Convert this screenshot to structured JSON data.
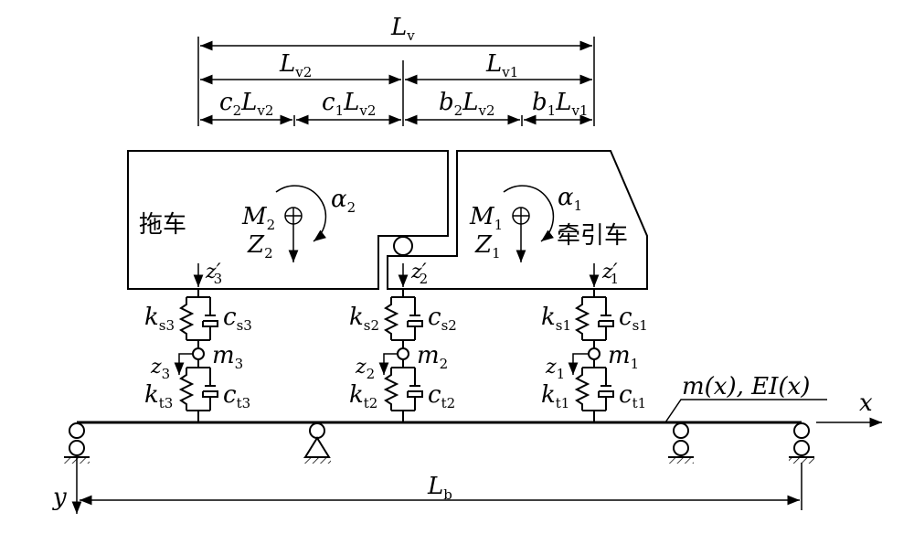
{
  "dimensions": {
    "Lv": {
      "main": "L",
      "sub": "v"
    },
    "Lv2": {
      "main": "L",
      "sub": "v2"
    },
    "Lv1": {
      "main": "L",
      "sub": "v1"
    },
    "c2Lv2": {
      "a": "c",
      "as": "2",
      "b": "L",
      "bs": "v2"
    },
    "c1Lv2": {
      "a": "c",
      "as": "1",
      "b": "L",
      "bs": "v2"
    },
    "b2Lv2": {
      "a": "b",
      "as": "2",
      "b": "L",
      "bs": "v2"
    },
    "b1Lv1": {
      "a": "b",
      "as": "1",
      "b": "L",
      "bs": "v1"
    },
    "Lb": {
      "main": "L",
      "sub": "b"
    }
  },
  "trailer": {
    "name": "拖车",
    "M": {
      "main": "M",
      "sub": "2"
    },
    "Z": {
      "main": "Z",
      "sub": "2"
    },
    "alpha": {
      "main": "α",
      "sub": "2"
    }
  },
  "tractor": {
    "name": "牵引车",
    "M": {
      "main": "M",
      "sub": "1"
    },
    "Z": {
      "main": "Z",
      "sub": "1"
    },
    "alpha": {
      "main": "α",
      "sub": "1"
    }
  },
  "axles": [
    {
      "z_prime": {
        "main": "z",
        "sub": "3",
        "prime": "′"
      },
      "ks": {
        "main": "k",
        "sub": "s3"
      },
      "cs": {
        "main": "c",
        "sub": "s3"
      },
      "m": {
        "main": "m",
        "sub": "3"
      },
      "z": {
        "main": "z",
        "sub": "3"
      },
      "kt": {
        "main": "k",
        "sub": "t3"
      },
      "ct": {
        "main": "c",
        "sub": "t3"
      }
    },
    {
      "z_prime": {
        "main": "z",
        "sub": "2",
        "prime": "′"
      },
      "ks": {
        "main": "k",
        "sub": "s2"
      },
      "cs": {
        "main": "c",
        "sub": "s2"
      },
      "m": {
        "main": "m",
        "sub": "2"
      },
      "z": {
        "main": "z",
        "sub": "2"
      },
      "kt": {
        "main": "k",
        "sub": "t2"
      },
      "ct": {
        "main": "c",
        "sub": "t2"
      }
    },
    {
      "z_prime": {
        "main": "z",
        "sub": "1",
        "prime": "′"
      },
      "ks": {
        "main": "k",
        "sub": "s1"
      },
      "cs": {
        "main": "c",
        "sub": "s1"
      },
      "m": {
        "main": "m",
        "sub": "1"
      },
      "z": {
        "main": "z",
        "sub": "1"
      },
      "kt": {
        "main": "k",
        "sub": "t1"
      },
      "ct": {
        "main": "c",
        "sub": "t1"
      }
    }
  ],
  "beam": {
    "label": "m(x), EI(x)"
  },
  "axes": {
    "x": "x",
    "y": "y"
  }
}
